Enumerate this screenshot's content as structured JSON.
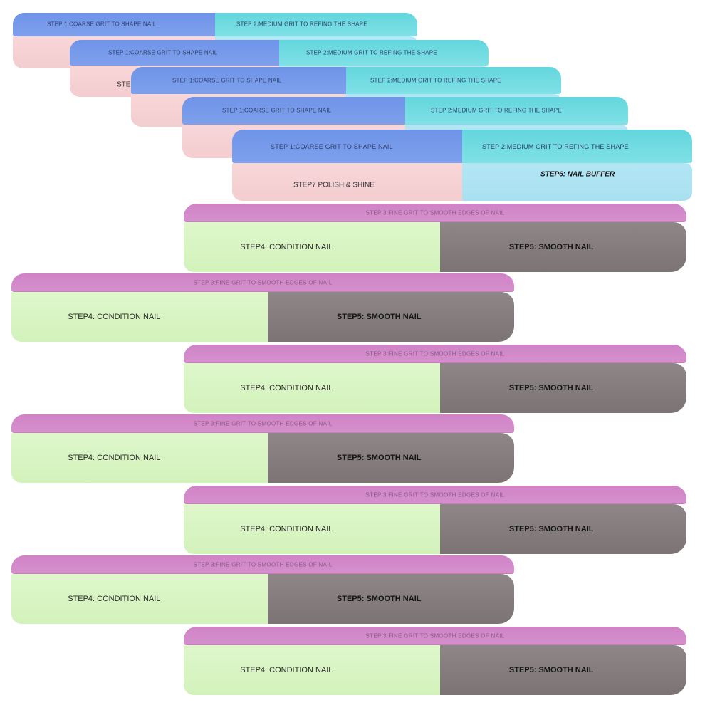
{
  "product": {
    "blue_block": {
      "step1": "STEP 1:COARSE GRIT TO SHAPE NAIL",
      "step2": "STEP 2:MEDIUM GRIT TO REFING THE SHAPE",
      "step7": "STEP7 POLISH & SHINE",
      "step6": "STEP6: NAIL BUFFER",
      "partial": "STE"
    },
    "pink_block": {
      "step3": "STEP 3:FINE GRIT TO SMOOTH EDGES OF NAIL",
      "step4": "STEP4: CONDITION NAIL",
      "step5": "STEP5: SMOOTH NAIL"
    }
  }
}
